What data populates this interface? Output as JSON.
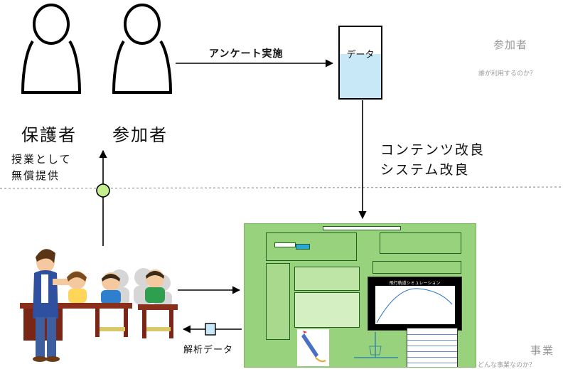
{
  "roles": {
    "guardian": "保護者",
    "participant": "参加者"
  },
  "arrows": {
    "survey": "アンケート実施",
    "analysis": "解析データ"
  },
  "data_box": {
    "label": "データ"
  },
  "improvement": {
    "line1": "コンテンツ改良",
    "line2": "システム改良"
  },
  "free_offer": {
    "line1": "授業として",
    "line2": "無償提供"
  },
  "right_notes": {
    "participant_title": "参加者",
    "participant_q": "誰が利用するのか？",
    "business_title": "事業",
    "business_q": "どんな事業なのか？"
  },
  "app": {
    "plot_title": "飛行軌道シミュレーション"
  },
  "colors": {
    "app_bg": "#98d27c",
    "data_fill": "#c9e8f7",
    "junction_fill": "#c5ef8f",
    "square_fill": "#c8e8f7"
  }
}
